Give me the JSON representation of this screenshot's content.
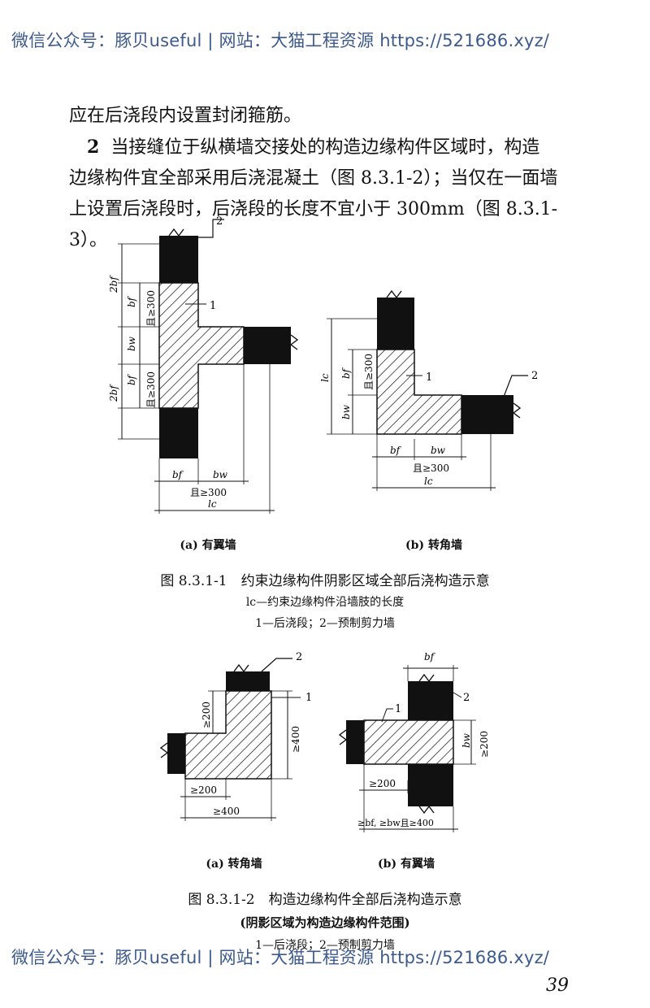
{
  "watermark": "微信公众号：豚贝useful | 网站：大猫工程资源 https://521686.xyz/",
  "paragraph": {
    "line1": "应在后浇段内设置封闭箍筋。",
    "line2_num": "2",
    "line2": "当接缝位于纵横墙交接处的构造边缘构件区域时，构造",
    "line3": "边缘构件宜全部采用后浇混凝土（图 8.3.1-2）；当仅在一面墙",
    "line4": "上设置后浇段时，后浇段的长度不宜小于 300mm（图 8.3.1-3）。"
  },
  "figure1": {
    "sub_a": "(a) 有翼墙",
    "sub_b": "(b) 转角墙",
    "caption": "图 8.3.1-1　约束边缘构件阴影区域全部后浇构造示意",
    "note1": "lc—约束边缘构件沿墙肢的长度",
    "note2": "1—后浇段；2—预制剪力墙",
    "labels": {
      "one": "1",
      "two": "2",
      "bf": "bf",
      "bw": "bw",
      "lc": "lc",
      "two_bf": "2bf",
      "ge300_and": "且≥300"
    }
  },
  "figure2": {
    "sub_a": "(a) 转角墙",
    "sub_b": "(b) 有翼墙",
    "caption": "图 8.3.1-2　构造边缘构件全部后浇构造示意",
    "note1": "(阴影区域为构造边缘构件范围)",
    "note2": "1—后浇段；2—预制剪力墙",
    "labels": {
      "ge200": "≥200",
      "ge400": "≥400",
      "combo": "≥bf, ≥bw且≥400"
    }
  },
  "page_number": "39"
}
